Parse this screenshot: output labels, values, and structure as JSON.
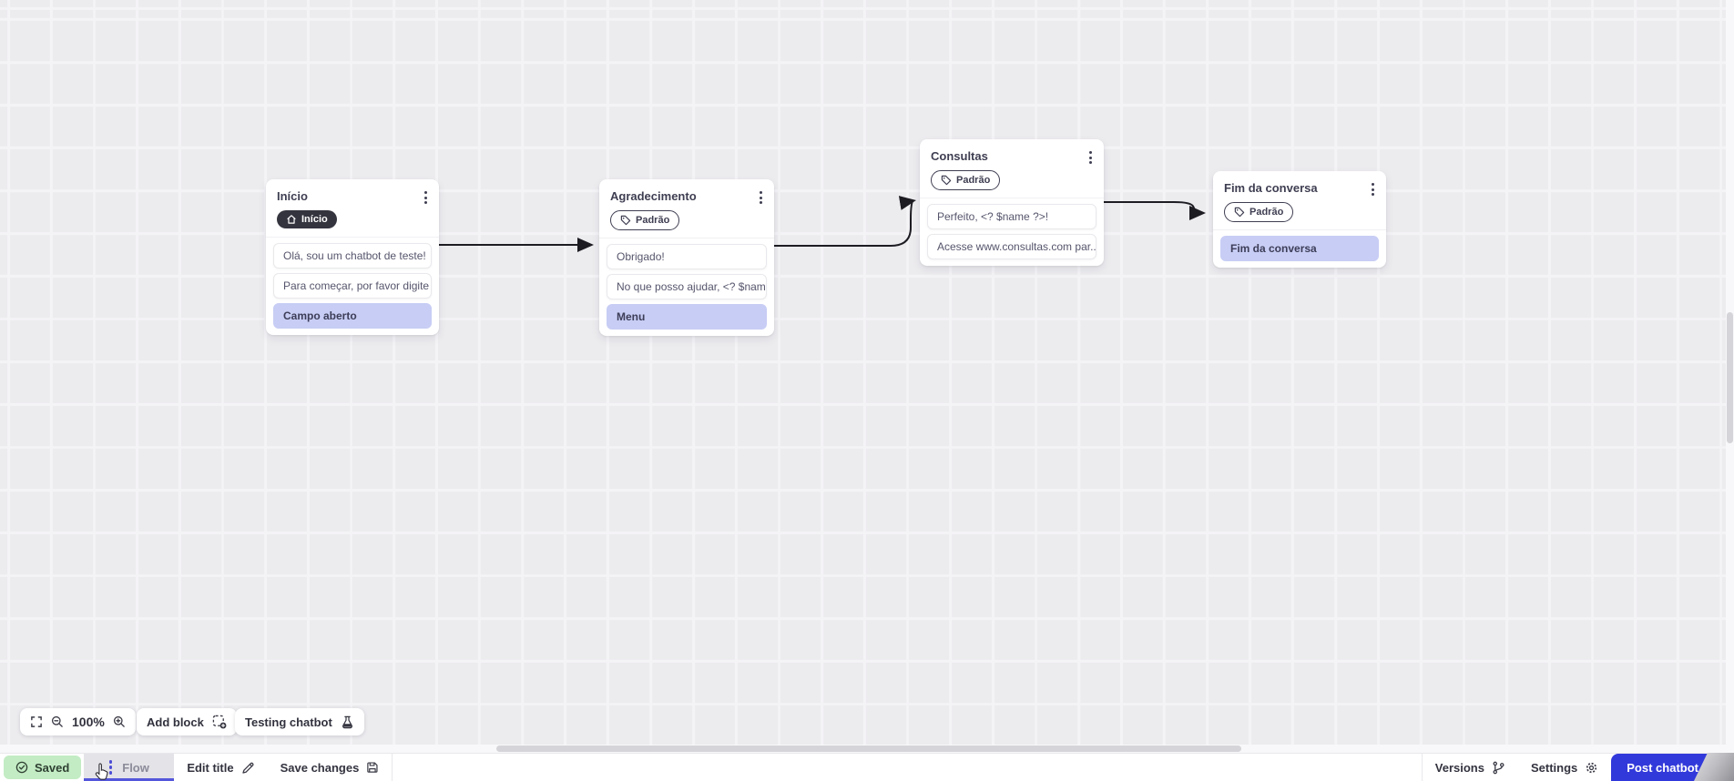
{
  "canvas": {
    "nodes": [
      {
        "title": "Início",
        "badge": {
          "label": "Início",
          "type": "start",
          "icon": "home-icon"
        },
        "rows": [
          {
            "type": "message",
            "text": "Olá, sou um chatbot de teste!"
          },
          {
            "type": "message",
            "text": "Para começar, por favor digite o ..."
          },
          {
            "type": "action",
            "text": "Campo aberto"
          }
        ]
      },
      {
        "title": "Agradecimento",
        "badge": {
          "label": "Padrão",
          "type": "plain",
          "icon": "tag-icon"
        },
        "rows": [
          {
            "type": "message",
            "text": "Obrigado!"
          },
          {
            "type": "message",
            "text": "No que posso ajudar, <? $name ..."
          },
          {
            "type": "action",
            "text": "Menu"
          }
        ]
      },
      {
        "title": "Consultas",
        "badge": {
          "label": "Padrão",
          "type": "plain",
          "icon": "tag-icon"
        },
        "rows": [
          {
            "type": "message",
            "text": "Perfeito, <? $name ?>!"
          },
          {
            "type": "message",
            "text": "Acesse www.consultas.com par..."
          }
        ]
      },
      {
        "title": "Fim da conversa",
        "badge": {
          "label": "Padrão",
          "type": "plain",
          "icon": "tag-icon"
        },
        "rows": [
          {
            "type": "action",
            "text": "Fim da conversa"
          }
        ]
      }
    ],
    "connections": [
      {
        "from": "Início",
        "to": "Agradecimento"
      },
      {
        "from": "Agradecimento",
        "to": "Consultas"
      },
      {
        "from": "Consultas",
        "to": "Fim da conversa"
      }
    ]
  },
  "toolbar": {
    "zoom_level": "100%",
    "add_block_label": "Add block",
    "testing_label": "Testing chatbot",
    "icons": [
      "fullscreen-icon",
      "zoom-out-icon",
      "zoom-in-icon",
      "add-block-icon",
      "flask-icon"
    ]
  },
  "statusbar": {
    "saved_label": "Saved",
    "flow_tab_label": "Flow",
    "edit_title_label": "Edit title",
    "save_changes_label": "Save changes",
    "versions_label": "Versions",
    "settings_label": "Settings",
    "post_button_label": "Post chatbot",
    "icons": [
      "check-circle-icon",
      "kebab-dots-icon",
      "pencil-icon",
      "floppy-icon",
      "git-branch-icon",
      "gear-icon",
      "upload-icon"
    ]
  },
  "colors": {
    "accent_blue": "#3239DA",
    "saved_green_bg": "#C3ECC4",
    "action_purple": "#C7CDF4",
    "tab_underline": "#5456DB",
    "badge_dark": "#34343F",
    "connector": "#1C1C22",
    "canvas_bg": "#ECEBEE"
  }
}
